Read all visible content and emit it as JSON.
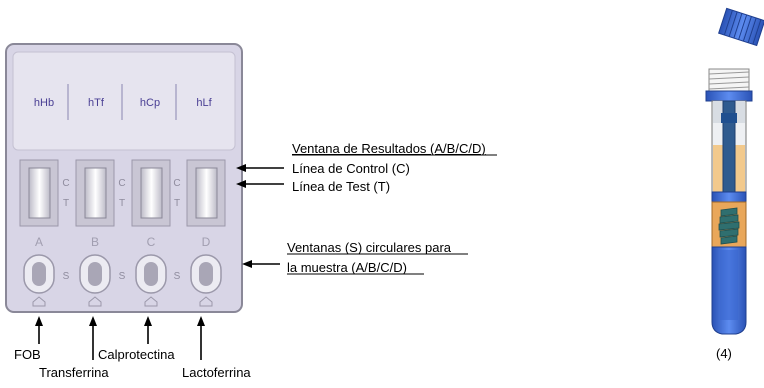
{
  "cassette": {
    "markers": [
      "hHb",
      "hTf",
      "hCp",
      "hLf"
    ],
    "window_letters": [
      "A",
      "B",
      "C",
      "D"
    ],
    "control_mark": "C",
    "test_mark": "T",
    "sample_mark": "S"
  },
  "annotations": {
    "results_window": "Ventana de Resultados (A/B/C/D)",
    "control_line": "Línea de Control (C)",
    "test_line": "Línea de Test (T)",
    "sample_windows_line1": "Ventanas (S) circulares para",
    "sample_windows_line2": "la muestra (A/B/C/D)"
  },
  "bottom_labels": {
    "a": "FOB",
    "b": "Transferrina",
    "c": "Calprotectina",
    "d": "Lactoferrina"
  },
  "tube": {
    "label": "(4)"
  },
  "colors": {
    "cassette_fill": "#d8d5e6",
    "cassette_border": "#8a8898",
    "marker_text": "#4a3f94",
    "tube_blue": "#3f6fd8",
    "liquid": "#f2c98c"
  }
}
